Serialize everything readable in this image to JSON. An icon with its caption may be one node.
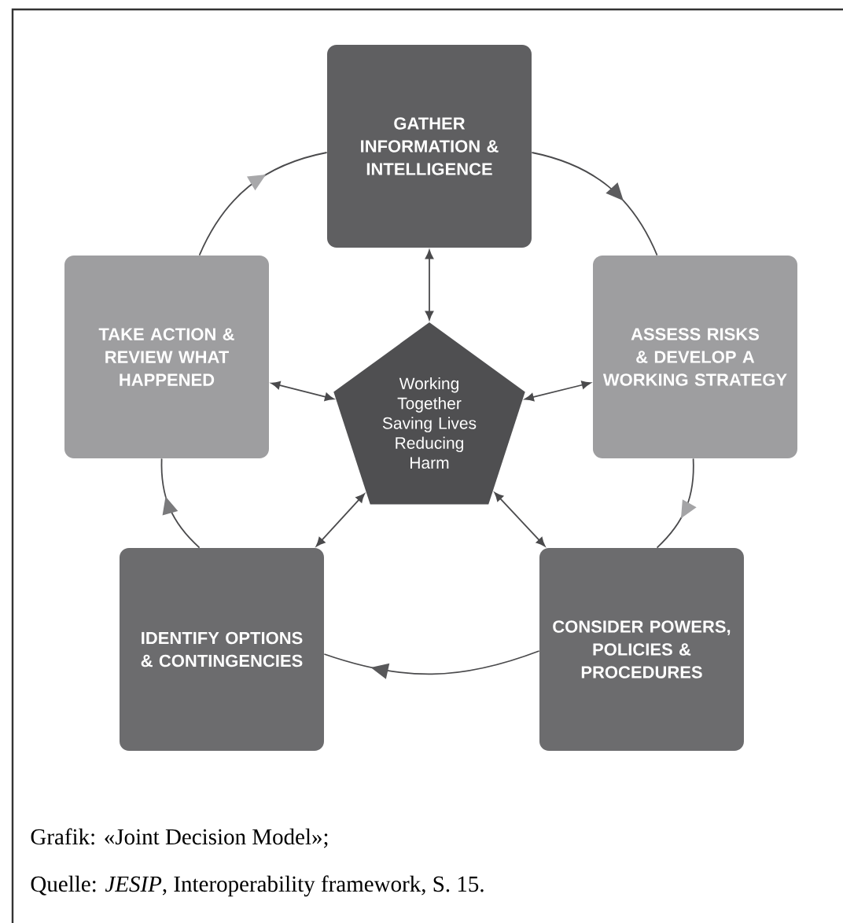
{
  "diagram": {
    "caption": "Grafik: «Joint Decision Model»;",
    "nodes": [
      {
        "text": [
          "GATHER INFORMATION & INTELLIGENCE"
        ]
      },
      {
        "text": [
          "TAKE ACTION & REVIEW WHAT HAPPENED"
        ]
      },
      {
        "text": [
          "Working Together Saving Lives Reducing Harm"
        ]
      },
      {
        "text": [
          "ASSESS RISKS & DEVELOP A WORKING STRATEGY"
        ]
      },
      {
        "text": [
          "IDENTIFY OPTIONS & CONTINGENCIES"
        ]
      },
      {
        "text": [
          "CONSIDER POWERS, POLICIES & PROCEDURES"
        ]
      }
    ],
    "edges": [
      {
        "from": 2,
        "to": 0,
        "arrow": "both"
      },
      {
        "from": 2,
        "to": 1,
        "arrow": "both"
      },
      {
        "from": 2,
        "to": 3,
        "arrow": "both"
      },
      {
        "from": 2,
        "to": 4,
        "arrow": "both"
      },
      {
        "from": 2,
        "to": 5,
        "arrow": "both"
      },
      {
        "from": 0,
        "to": 3,
        "arrow": "to"
      },
      {
        "from": 3,
        "to": 5,
        "arrow": "to"
      },
      {
        "from": 5,
        "to": 4,
        "arrow": "to"
      },
      {
        "from": 4,
        "to": 1,
        "arrow": "to"
      },
      {
        "from": 1,
        "to": 0,
        "arrow": "to"
      }
    ],
    "labels": [
      "Quelle: *JESIP*, Interoperability framework, S. 15."
    ]
  }
}
